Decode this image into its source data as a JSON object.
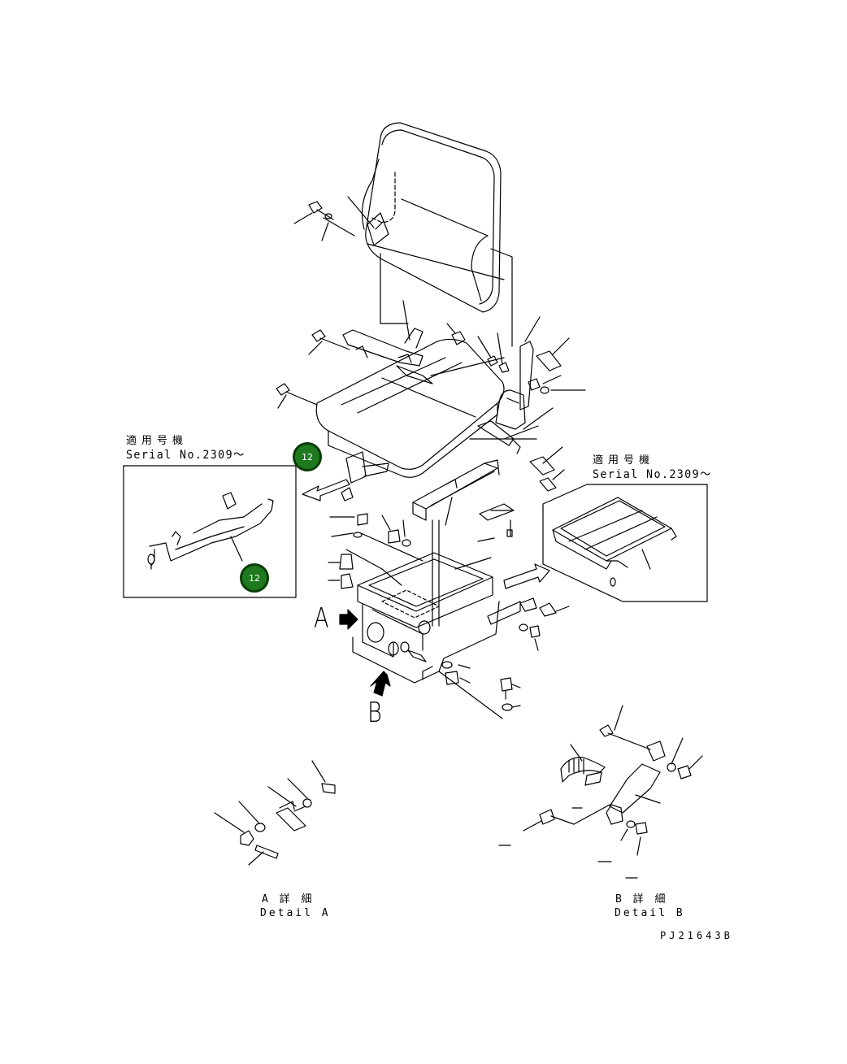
{
  "labels": {
    "applicable_serial_jp_left": "適用号機",
    "serial_left": "Serial No.2309〜",
    "applicable_serial_jp_right": "適用号機",
    "serial_right": "Serial No.2309〜",
    "view_a": "A",
    "view_b": "B",
    "detail_a_jp": "A 詳 細",
    "detail_a": "Detail A",
    "detail_b_jp": "B 詳 細",
    "detail_b": "Detail B",
    "drawing_code": "PJ21643B"
  },
  "callouts": [
    {
      "label": "12"
    },
    {
      "label": "12"
    }
  ],
  "colors": {
    "badge_fill": "#1f7a1f",
    "badge_border": "#083d08",
    "line": "#000000"
  }
}
